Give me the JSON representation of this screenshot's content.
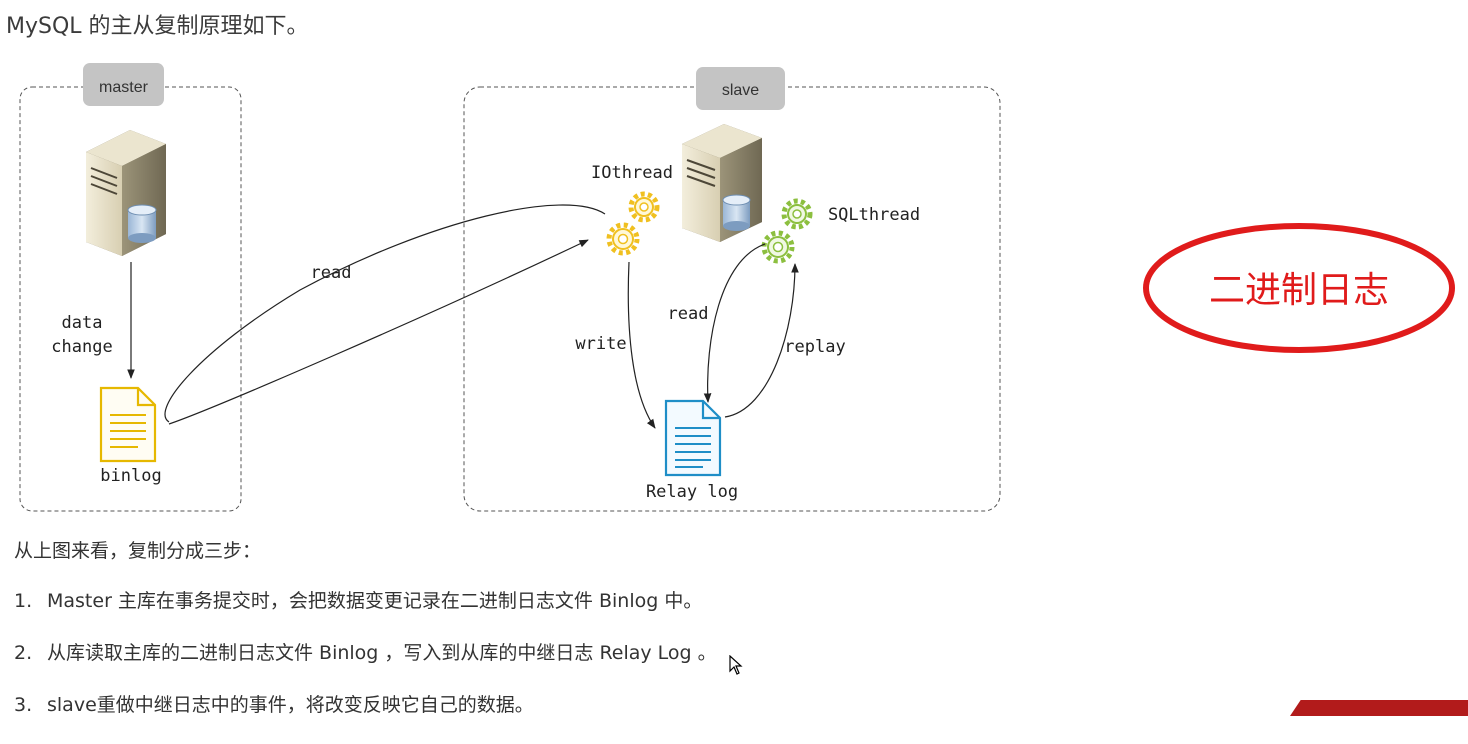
{
  "heading": "MySQL 的主从复制原理如下。",
  "diagram": {
    "master_label": "master",
    "slave_label": "slave",
    "data_change_line1": "data",
    "data_change_line2": "change",
    "binlog_label": "binlog",
    "read_label_master": "read",
    "iothread_label": "IOthread",
    "sqlthread_label": "SQLthread",
    "write_label": "write",
    "read_label_slave": "read",
    "replay_label": "replay",
    "relay_log_label": "Relay log",
    "highlight_text": "二进制日志",
    "colors": {
      "highlight_red": "#e01b1b",
      "binlog_gold": "#e6b800",
      "relay_blue": "#1f8ec7",
      "iothread_gear": "#f0c020",
      "sqlthread_gear": "#8cbf3f",
      "tab_gray": "#c4c4c4"
    }
  },
  "intro": "从上图来看，复制分成三步：",
  "steps": [
    {
      "num": "1.",
      "text": "Master 主库在事务提交时，会把数据变更记录在二进制日志文件 Binlog 中。"
    },
    {
      "num": "2.",
      "text": "从库读取主库的二进制日志文件 Binlog ，写入到从库的中继日志 Relay Log 。"
    },
    {
      "num": "3.",
      "text": "slave重做中继日志中的事件，将改变反映它自己的数据。"
    }
  ]
}
